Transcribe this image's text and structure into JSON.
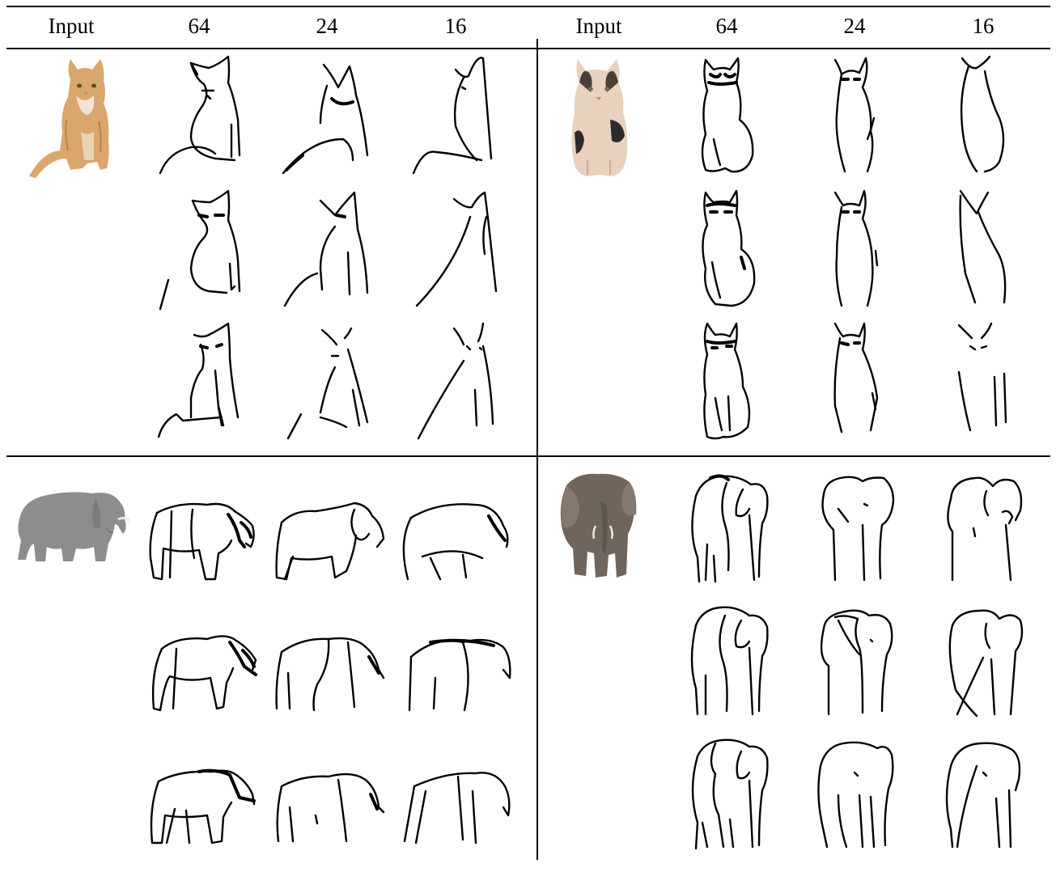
{
  "table": {
    "headers": [
      "Input",
      "64",
      "24",
      "16",
      "Input",
      "64",
      "24",
      "16"
    ],
    "blocks": [
      {
        "name": "cat-orange",
        "input_subject": "cat",
        "sketch_subject": "cat",
        "stroke_counts": [
          "64",
          "24",
          "16"
        ],
        "rows": 3
      },
      {
        "name": "cat-calico",
        "input_subject": "cat",
        "sketch_subject": "cat",
        "stroke_counts": [
          "64",
          "24",
          "16"
        ],
        "rows": 3
      },
      {
        "name": "elephant-side",
        "input_subject": "elephant",
        "sketch_subject": "elephant",
        "stroke_counts": [
          "64",
          "24",
          "16"
        ],
        "rows": 3
      },
      {
        "name": "elephant-front",
        "input_subject": "elephant",
        "sketch_subject": "elephant",
        "stroke_counts": [
          "64",
          "24",
          "16"
        ],
        "rows": 3
      }
    ]
  },
  "colors": {
    "ink": "#000000",
    "background": "#ffffff",
    "orange_cat": "#d9a66e",
    "calico_cat_light": "#e8d2bd",
    "calico_cat_dark": "#2e2a2a",
    "elephant_gray": "#8d8d8f",
    "elephant_brown": "#6f655c"
  }
}
